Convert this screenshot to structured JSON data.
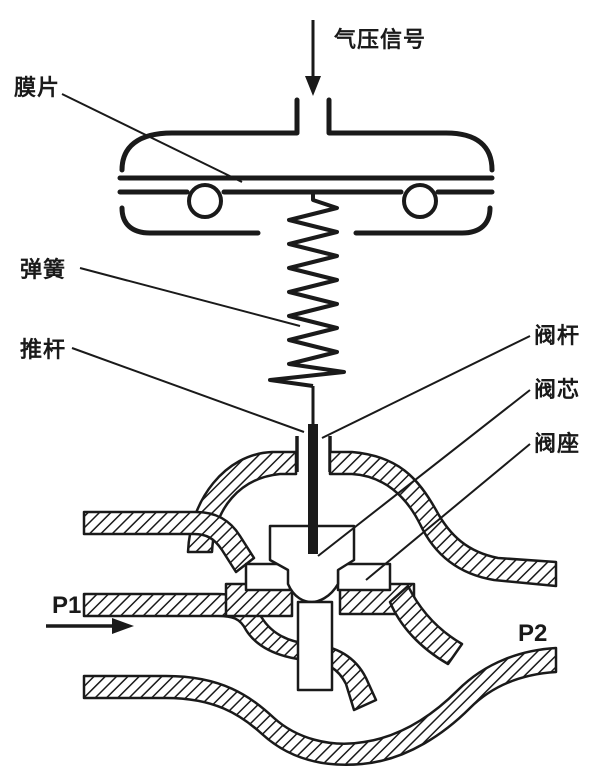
{
  "diagram": {
    "labels": {
      "signal": "气压信号",
      "diaphragm": "膜片",
      "spring": "弹簧",
      "push_rod": "推杆",
      "valve_stem": "阀杆",
      "valve_core": "阀芯",
      "valve_seat": "阀座",
      "inlet": "P1",
      "outlet": "P2"
    },
    "colors": {
      "line": "#1a1a1a",
      "background": "#ffffff"
    }
  }
}
